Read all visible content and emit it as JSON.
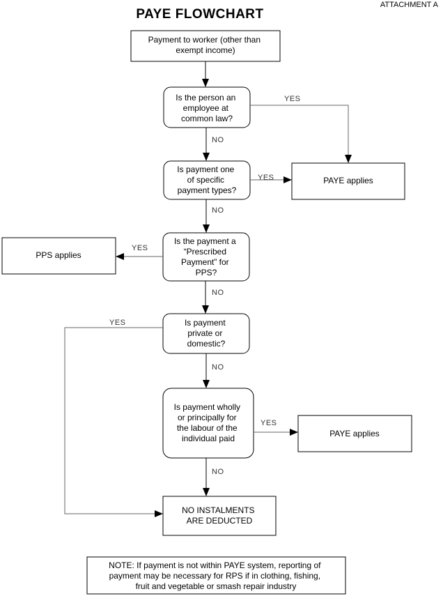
{
  "title": "PAYE FLOWCHART",
  "attachment": "ATTACHMENT A",
  "nodes": {
    "start": [
      "Payment to worker (other than",
      "exempt income)"
    ],
    "q_employee": [
      "Is  the person an",
      "employee at",
      "common law?"
    ],
    "q_specific": [
      "Is payment one",
      "of specific",
      "payment types?"
    ],
    "paye1": [
      "PAYE applies"
    ],
    "q_prescribed": [
      "Is the payment a",
      "“Prescribed",
      "Payment” for",
      "PPS?"
    ],
    "pps": [
      "PPS applies"
    ],
    "q_private": [
      "Is payment",
      "private or",
      "domestic?"
    ],
    "q_labour": [
      "Is payment wholly",
      "or principally for",
      "the labour of the",
      "individual paid"
    ],
    "paye2": [
      "PAYE applies"
    ],
    "end": [
      "NO INSTALMENTS",
      "ARE DEDUCTED"
    ],
    "note": [
      "NOTE: If payment is not within PAYE system, reporting of",
      "payment may be necessary for RPS if in clothing, fishing,",
      "fruit and vegetable or smash repair industry"
    ]
  },
  "edge_labels": {
    "yes": "YES",
    "no": "NO"
  }
}
